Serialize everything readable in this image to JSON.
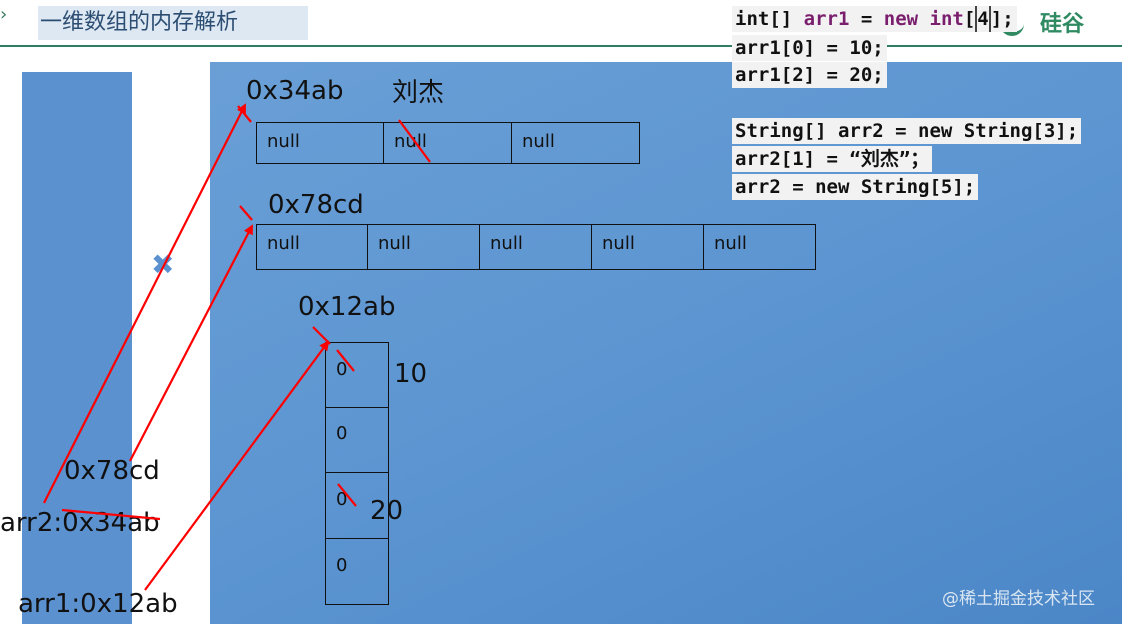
{
  "header": {
    "chevron": "›",
    "title": "一维数组的内存解析",
    "logo": "硅谷"
  },
  "code": {
    "line1": {
      "type": "int[]",
      "var": "arr1",
      "eq": " = ",
      "kw_new": "new",
      "type2": " int",
      "bracket_open": "[",
      "size": "4",
      "bracket_close": "];"
    },
    "line2": "arr1[0] = 10;",
    "line3": "arr1[2] = 20;",
    "line4": "String[] arr2 = new String[3];",
    "line5_a": "arr2[1] = ",
    "line5_b": "“刘杰”",
    "line5_c": "；",
    "line6": "arr2 = new String[5];"
  },
  "heap": {
    "arr_34ab": {
      "address": "0x34ab",
      "annotation": "刘杰",
      "cells": [
        "null",
        "null",
        "null"
      ]
    },
    "arr_78cd": {
      "address": "0x78cd",
      "cells": [
        "null",
        "null",
        "null",
        "null",
        "null"
      ]
    },
    "arr_12ab": {
      "address": "0x12ab",
      "cells": [
        "0",
        "0",
        "0",
        "0"
      ],
      "values": [
        "10",
        "20"
      ]
    }
  },
  "stack": {
    "new_ref": "0x78cd",
    "arr2_label": "arr2:0x34ab",
    "arr1_label": "arr1:0x12ab"
  },
  "cross_mark": "✖",
  "watermark": "@稀土掘金技术社区",
  "colors": {
    "stack": "#5b91cf",
    "heap": "#5c95d1",
    "arrow": "#ff0000",
    "title_bg": "#dde8f3",
    "rule": "#2f7d62"
  }
}
